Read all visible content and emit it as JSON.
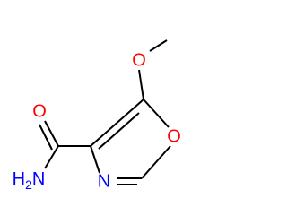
{
  "molecule": {
    "atom_labels": {
      "methoxy_oxygen": "O",
      "ring_oxygen": "O",
      "carbonyl_oxygen": "O",
      "ring_nitrogen": "N",
      "amide_nitrogen": "H2N"
    },
    "colors": {
      "bond": "#000000",
      "oxygen": "#ff0000",
      "nitrogen": "#0000ff"
    }
  }
}
